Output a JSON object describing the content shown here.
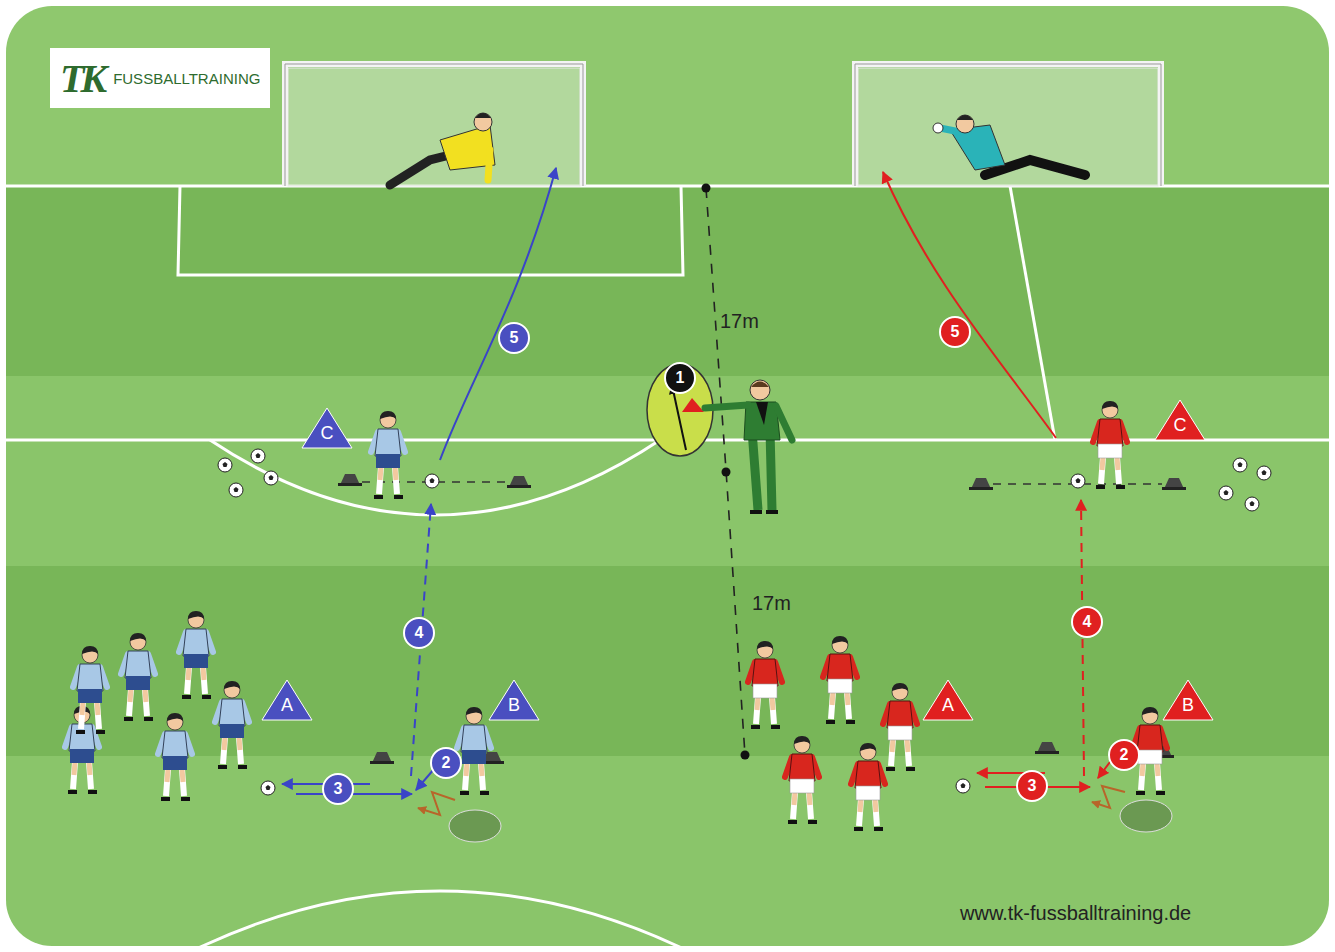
{
  "diagram": {
    "nodes": [
      {
        "text": [
          "TK",
          "FUSSBALLTRAINING"
        ]
      },
      {
        "text": [
          "5"
        ]
      },
      {
        "text": [
          "5"
        ]
      },
      {
        "text": [
          "1"
        ]
      },
      {
        "text": [
          "C"
        ]
      },
      {
        "text": [
          "C"
        ]
      },
      {
        "text": [
          "4"
        ]
      },
      {
        "text": [
          "4"
        ]
      },
      {
        "text": [
          "A"
        ]
      },
      {
        "text": [
          "B"
        ]
      },
      {
        "text": [
          "A"
        ]
      },
      {
        "text": [
          "B"
        ]
      },
      {
        "text": [
          "2"
        ]
      },
      {
        "text": [
          "2"
        ]
      },
      {
        "text": [
          "3"
        ]
      },
      {
        "text": [
          "3"
        ]
      }
    ],
    "labels": [
      "17m",
      "17m",
      "www.tk-fussballtraining.de"
    ]
  }
}
